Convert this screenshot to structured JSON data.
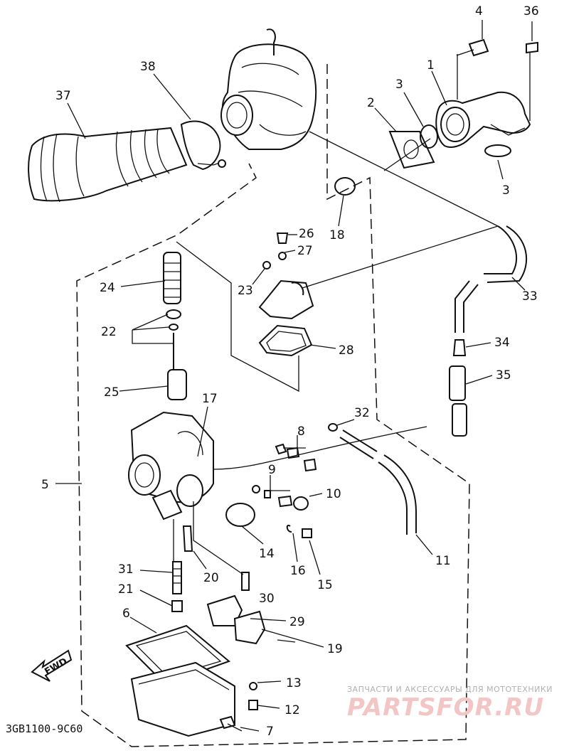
{
  "diagram": {
    "watermark": {
      "caption": "ЗАПЧАСТИ И АКСЕССУАРЫ ДЛЯ МОТОТЕХНИКИ",
      "brand": "PARTSFOR.RU"
    },
    "figure_code": "3GB1100-9C60",
    "direction_label": "FWD",
    "callouts": [
      {
        "id": "c1",
        "label": "1"
      },
      {
        "id": "c2",
        "label": "2"
      },
      {
        "id": "c3a",
        "label": "3"
      },
      {
        "id": "c3b",
        "label": "3"
      },
      {
        "id": "c4",
        "label": "4"
      },
      {
        "id": "c5",
        "label": "5"
      },
      {
        "id": "c6",
        "label": "6"
      },
      {
        "id": "c7",
        "label": "7"
      },
      {
        "id": "c8",
        "label": "8"
      },
      {
        "id": "c9",
        "label": "9"
      },
      {
        "id": "c10",
        "label": "10"
      },
      {
        "id": "c11",
        "label": "11"
      },
      {
        "id": "c12",
        "label": "12"
      },
      {
        "id": "c13",
        "label": "13"
      },
      {
        "id": "c14",
        "label": "14"
      },
      {
        "id": "c15",
        "label": "15"
      },
      {
        "id": "c16",
        "label": "16"
      },
      {
        "id": "c17",
        "label": "17"
      },
      {
        "id": "c18",
        "label": "18"
      },
      {
        "id": "c19",
        "label": "19"
      },
      {
        "id": "c20",
        "label": "20"
      },
      {
        "id": "c21",
        "label": "21"
      },
      {
        "id": "c22",
        "label": "22"
      },
      {
        "id": "c23",
        "label": "23"
      },
      {
        "id": "c24",
        "label": "24"
      },
      {
        "id": "c25",
        "label": "25"
      },
      {
        "id": "c26",
        "label": "26"
      },
      {
        "id": "c27",
        "label": "27"
      },
      {
        "id": "c28",
        "label": "28"
      },
      {
        "id": "c29",
        "label": "29"
      },
      {
        "id": "c30",
        "label": "30"
      },
      {
        "id": "c31",
        "label": "31"
      },
      {
        "id": "c32",
        "label": "32"
      },
      {
        "id": "c33",
        "label": "33"
      },
      {
        "id": "c34",
        "label": "34"
      },
      {
        "id": "c35",
        "label": "35"
      },
      {
        "id": "c36",
        "label": "36"
      },
      {
        "id": "c37",
        "label": "37"
      },
      {
        "id": "c38",
        "label": "38"
      }
    ]
  }
}
